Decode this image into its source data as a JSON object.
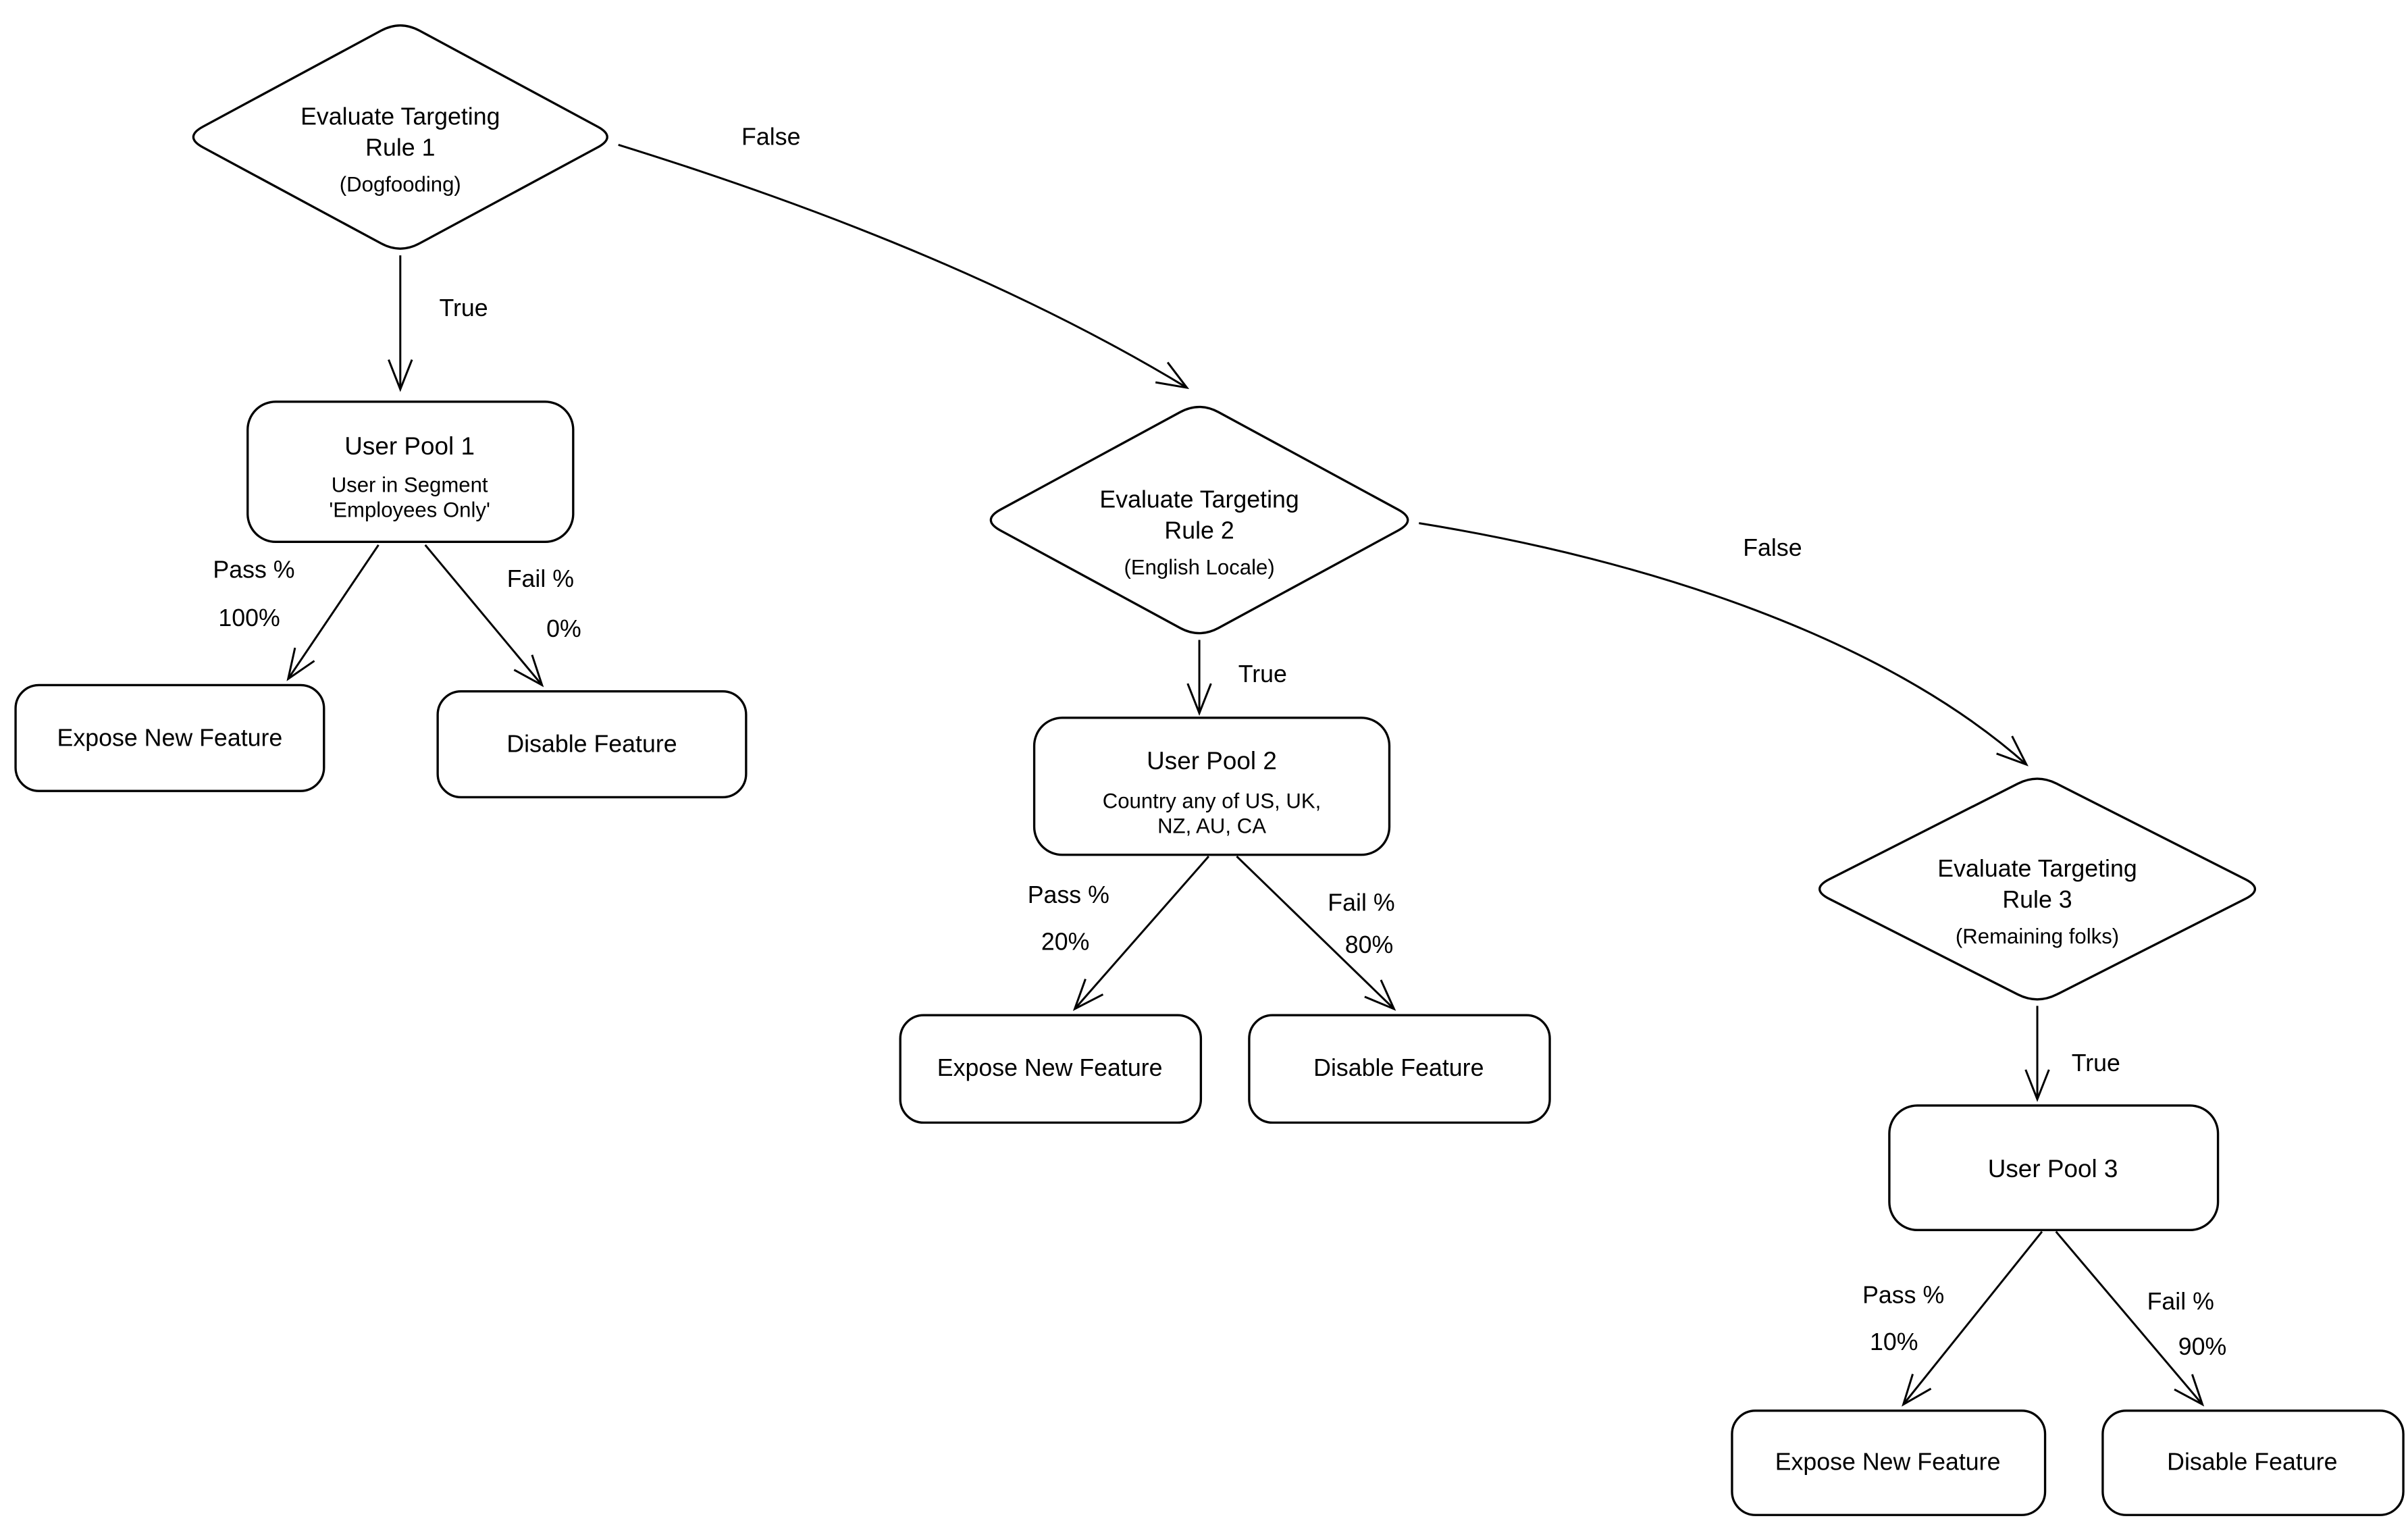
{
  "diagram": {
    "colors": {
      "background": "#ffffff",
      "stroke": "#000000",
      "text": "#000000"
    },
    "decisions": [
      {
        "line1": "Evaluate Targeting",
        "line2": "Rule 1",
        "subtitle": "(Dogfooding)",
        "true_label": "True",
        "false_label": "False"
      },
      {
        "line1": "Evaluate Targeting",
        "line2": "Rule 2",
        "subtitle": "(English Locale)",
        "true_label": "True",
        "false_label": "False"
      },
      {
        "line1": "Evaluate Targeting",
        "line2": "Rule 3",
        "subtitle": "(Remaining folks)",
        "true_label": "True"
      }
    ],
    "pools": [
      {
        "title": "User Pool 1",
        "desc1": "User in Segment",
        "desc2": "'Employees Only'",
        "pass_label": "Pass %",
        "pass_pct": "100%",
        "fail_label": "Fail %",
        "fail_pct": "0%"
      },
      {
        "title": "User Pool 2",
        "desc1": "Country any of US, UK,",
        "desc2": "NZ, AU, CA",
        "pass_label": "Pass %",
        "pass_pct": "20%",
        "fail_label": "Fail %",
        "fail_pct": "80%"
      },
      {
        "title": "User Pool 3",
        "pass_label": "Pass %",
        "pass_pct": "10%",
        "fail_label": "Fail %",
        "fail_pct": "90%"
      }
    ],
    "outcomes": [
      {
        "expose": "Expose New Feature",
        "disable": "Disable Feature"
      },
      {
        "expose": "Expose New Feature",
        "disable": "Disable Feature"
      },
      {
        "expose": "Expose New Feature",
        "disable": "Disable Feature"
      }
    ]
  }
}
